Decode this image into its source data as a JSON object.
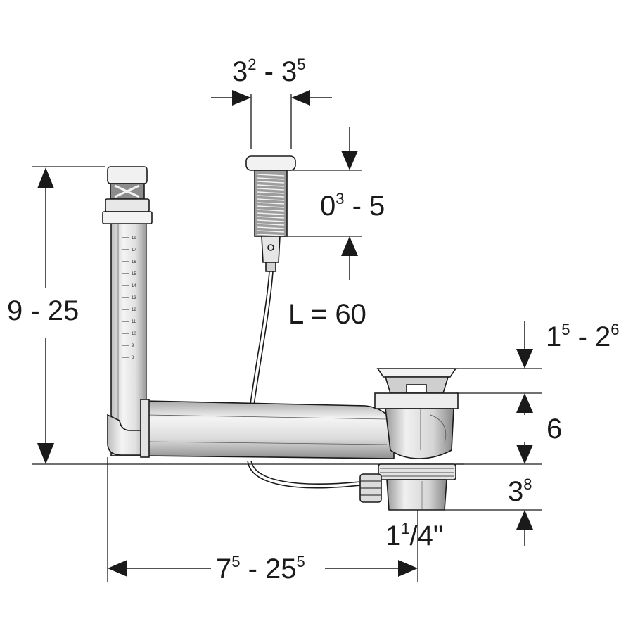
{
  "labels": {
    "button_dia": {
      "a": "3",
      "a_sup": "2",
      "sep": " - ",
      "b": "3",
      "b_sup": "5"
    },
    "button_travel": {
      "a": "0",
      "a_sup": "3",
      "sep": " - ",
      "b": "5"
    },
    "cable_length": "L = 60",
    "overflow_height": "9 - 25",
    "flange": {
      "a": "1",
      "a_sup": "5",
      "sep": " - ",
      "b": "2",
      "b_sup": "6"
    },
    "body_height": "6",
    "outlet_height": {
      "a": "3",
      "a_sup": "8"
    },
    "outlet_size": {
      "a": "1",
      "sup": "1",
      "slash": "/",
      "sub": "4",
      "quote": "\""
    },
    "horizontal_length": {
      "a": "7",
      "a_sup": "5",
      "sep": " - ",
      "b": "25",
      "b_sup": "5"
    }
  },
  "scale_marks": [
    "19",
    "17",
    "16",
    "15",
    "14",
    "13",
    "12",
    "11",
    "10",
    "9",
    "8"
  ],
  "colors": {
    "line": "#1a1a1a",
    "fill_light": "#f2f2f2",
    "fill_mid": "#d9d9d9",
    "fill_dark": "#a6a6a6"
  }
}
